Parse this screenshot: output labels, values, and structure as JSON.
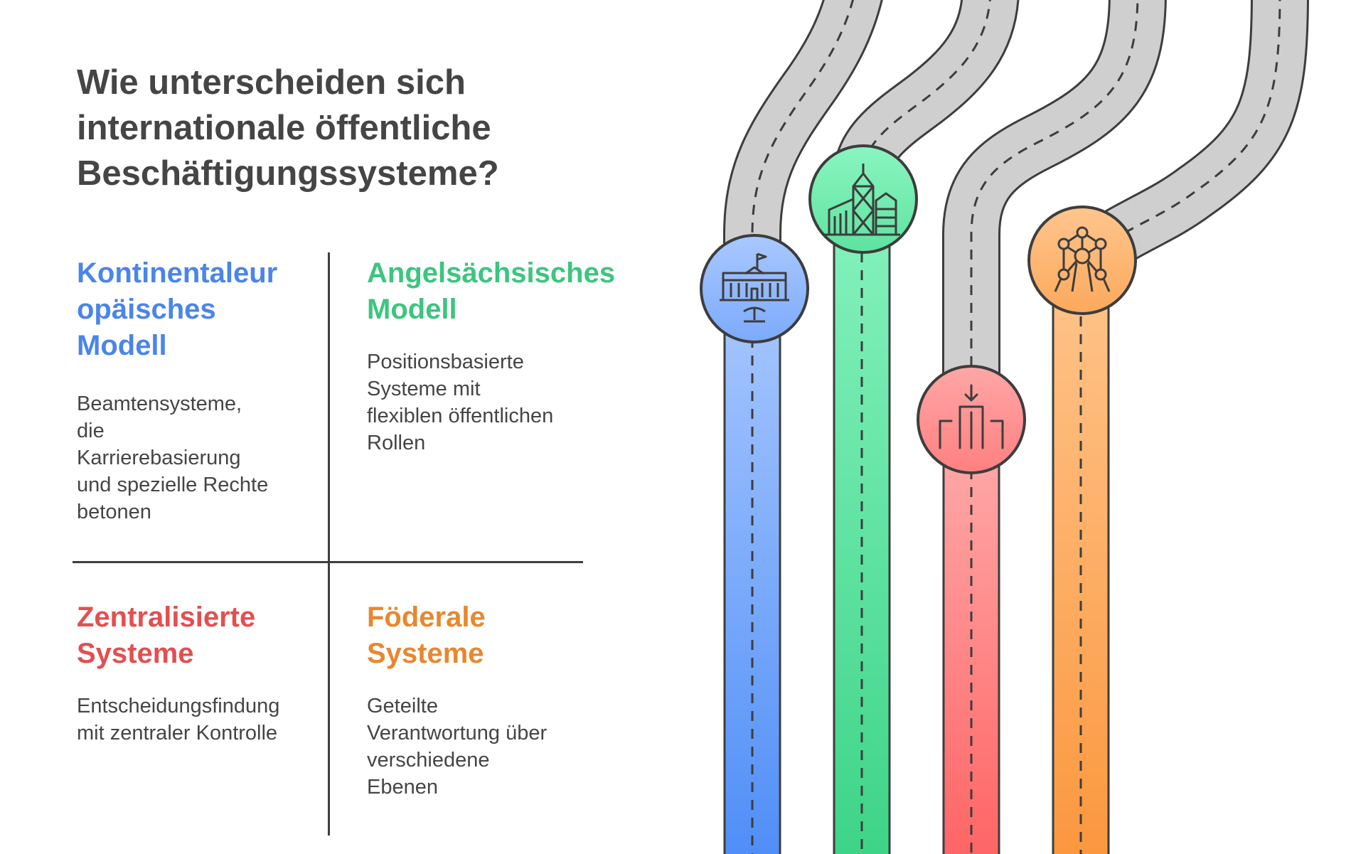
{
  "title_lines": [
    "Wie unterscheiden sich",
    "internationale öffentliche",
    "Beschäftigungssysteme?"
  ],
  "quadrants": [
    {
      "id": "continental",
      "title_lines": [
        "Kontinentaleur",
        "opäisches",
        "Modell"
      ],
      "description_lines": [
        "Beamtensysteme,",
        "die",
        "Karrierebasierung",
        "und spezielle Rechte",
        "betonen"
      ],
      "color": "#4A85E8",
      "icon": "government-building-icon"
    },
    {
      "id": "anglo-saxon",
      "title_lines": [
        "Angelsächsisches",
        "Modell"
      ],
      "description_lines": [
        "Positionsbasierte",
        "Systeme mit",
        "flexiblen öffentlichen",
        "Rollen"
      ],
      "color": "#3CC57E",
      "icon": "city-skyline-icon"
    },
    {
      "id": "centralized",
      "title_lines": [
        "Zentralisierte",
        "Systeme"
      ],
      "description_lines": [
        "Entscheidungsfindung",
        "mit zentraler Kontrolle"
      ],
      "color": "#E34F4F",
      "icon": "central-structure-icon"
    },
    {
      "id": "federal",
      "title_lines": [
        "Föderale",
        "Systeme"
      ],
      "description_lines": [
        "Geteilte",
        "Verantwortung über",
        "verschiedene",
        "Ebenen"
      ],
      "color": "#E8872E",
      "icon": "atomium-icon"
    }
  ],
  "colors": {
    "text": "#454545",
    "outline": "#3d3d3d",
    "road_gray": "#CFCFCF"
  }
}
